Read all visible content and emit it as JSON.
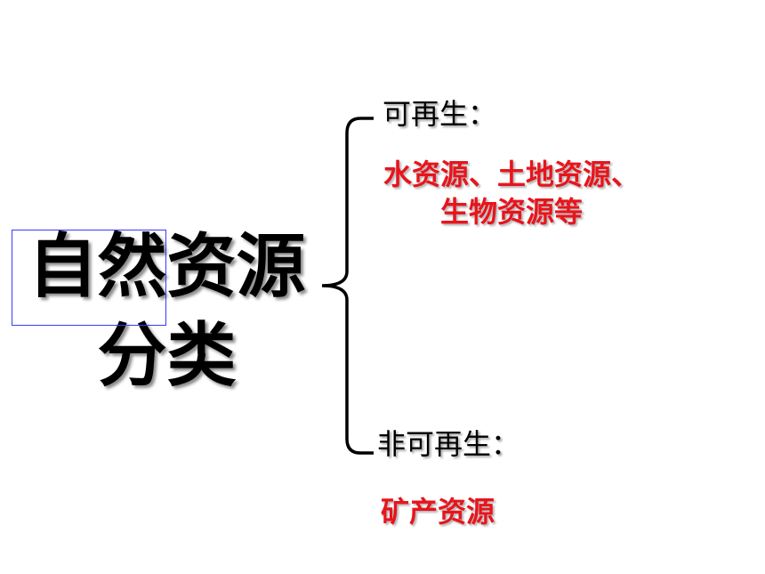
{
  "title": {
    "line1_boxed": "自然",
    "line1_rest": "资源",
    "line2": "分类"
  },
  "branches": {
    "renewable": {
      "label": "可再生：",
      "examples_line1": "水资源、土地资源、",
      "examples_line2": "生物资源等"
    },
    "nonrenewable": {
      "label": "非可再生：",
      "examples": "矿产资源"
    }
  },
  "colors": {
    "text": "#000000",
    "highlight": "#e8141c",
    "box_border": "#3a3aff"
  }
}
